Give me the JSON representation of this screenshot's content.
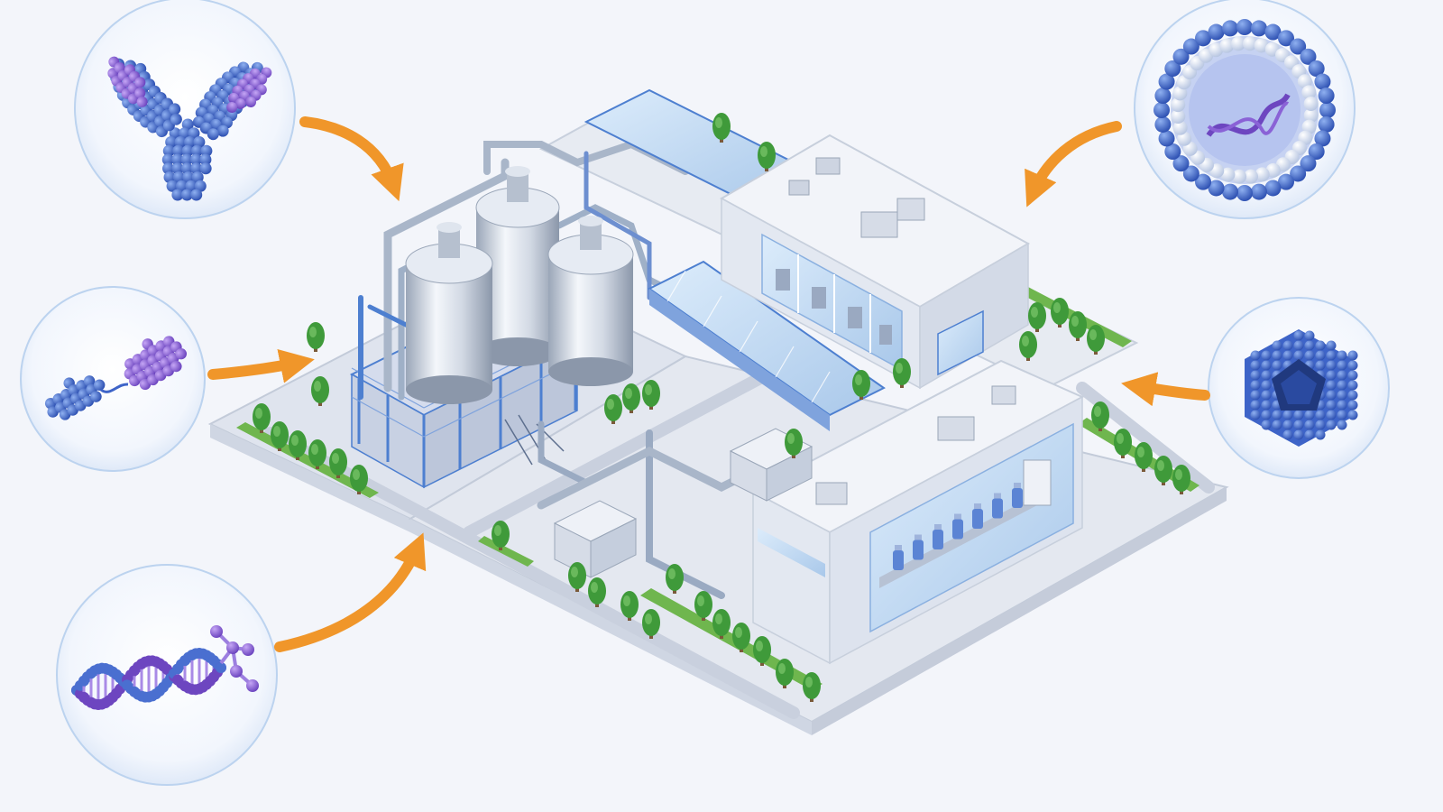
{
  "colors": {
    "background": "#f3f5fa",
    "arrow": "#f0962a",
    "molecule_blue": "#3e64c8",
    "molecule_purple": "#8a62d6",
    "steel": "#b9c4d4",
    "structure_blue": "#4d7fd0",
    "glass": "#bcd7f0",
    "tree": "#3f9a3a",
    "grass": "#6fb64e",
    "road": "#c9d0de",
    "building": "#eef1f7"
  },
  "modalities": [
    {
      "id": "monoclonal-antibody",
      "icon": "antibody-icon",
      "side": "left"
    },
    {
      "id": "bispecific-fragment",
      "icon": "antibody-fragment-icon",
      "side": "left"
    },
    {
      "id": "nucleic-acid-conjugate",
      "icon": "dna-conjugate-icon",
      "side": "left"
    },
    {
      "id": "lipid-nanoparticle-rna",
      "icon": "lipid-nanoparticle-icon",
      "side": "right"
    },
    {
      "id": "viral-capsid",
      "icon": "viral-capsid-icon",
      "side": "right"
    }
  ],
  "facility": {
    "icon": "biomanufacturing-facility-icon",
    "zones": [
      "bioreactor-tanks",
      "upstream-building",
      "fill-finish-building",
      "utility-units",
      "skybridge",
      "landscaping"
    ],
    "bioreactor_tank_count": 3,
    "vial_row_count": 7
  }
}
